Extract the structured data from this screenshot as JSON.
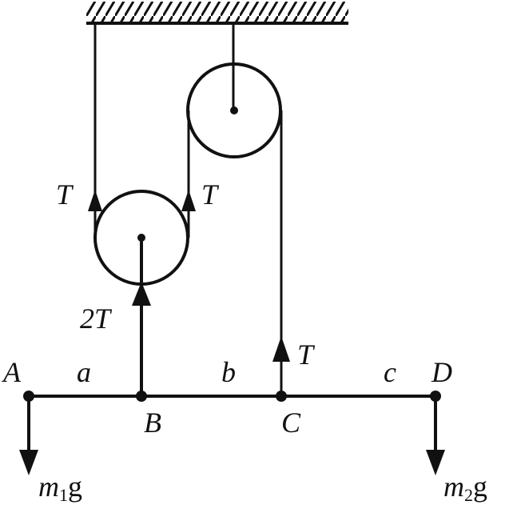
{
  "labels": {
    "A": "A",
    "B": "B",
    "C": "C",
    "D": "D",
    "a": "a",
    "b": "b",
    "c": "c",
    "T_left": "T",
    "T_right": "T",
    "T_C": "T",
    "two_T": "2T",
    "m1": "m",
    "m1_sub": "1",
    "m2": "m",
    "m2_sub": "2",
    "g": "g"
  }
}
